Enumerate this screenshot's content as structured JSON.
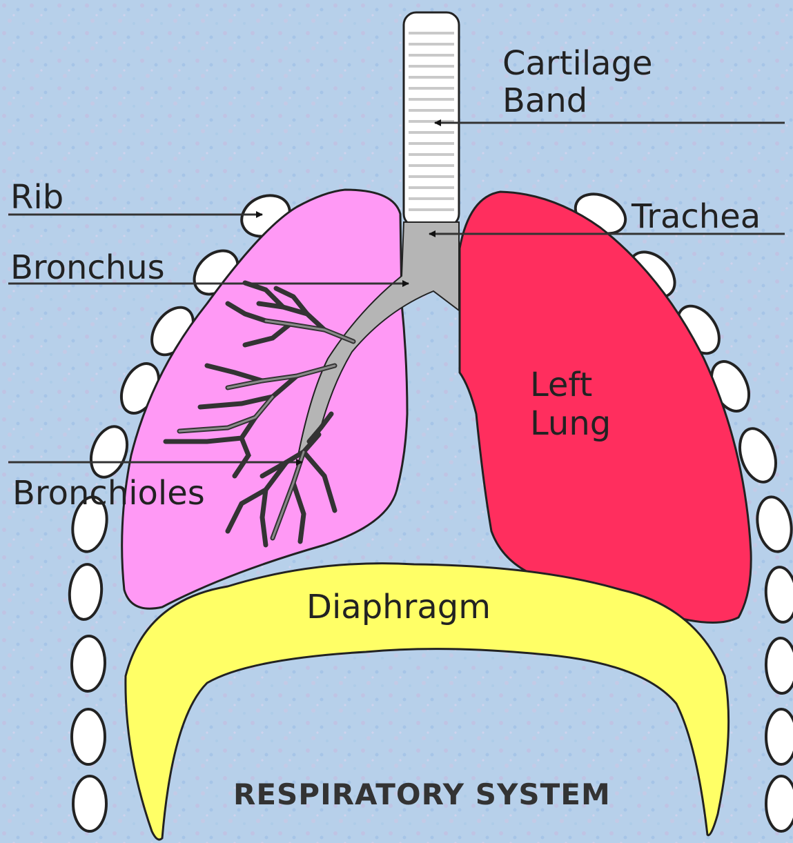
{
  "diagram": {
    "title": "RESPIRATORY SYSTEM",
    "labels": {
      "cartilage_band_line1": "Cartilage",
      "cartilage_band_line2": "Band",
      "rib": "Rib",
      "trachea": "Trachea",
      "bronchus": "Bronchus",
      "left_lung_line1": "Left",
      "left_lung_line2": "Lung",
      "bronchioles": "Bronchioles",
      "diaphragm": "Diaphragm"
    },
    "colors": {
      "background": "#b7d0ea",
      "right_lung": "#ff99f5",
      "left_lung": "#ff2e5e",
      "diaphragm": "#ffff66",
      "airway": "#b5b5b5",
      "rib": "#ffffff",
      "outline": "#222222"
    }
  }
}
